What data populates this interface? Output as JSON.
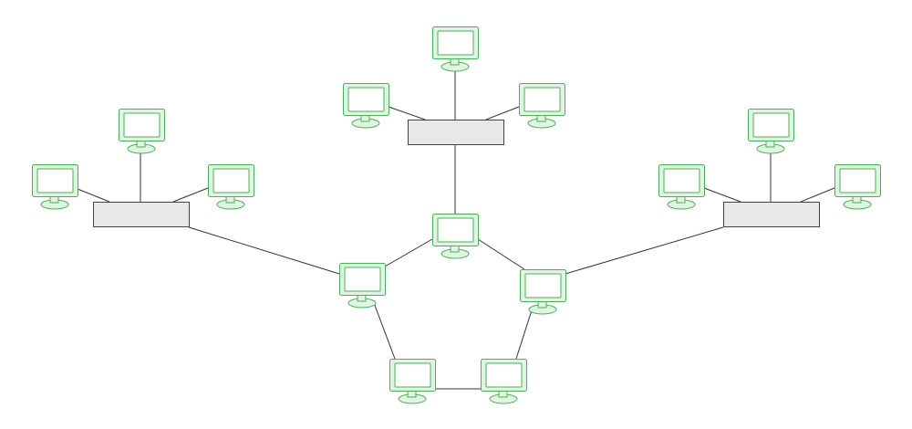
{
  "colors": {
    "monitor_stroke": "#4caf5a",
    "monitor_fill": "#dff5e1",
    "screen_fill": "#ffffff",
    "switch_fill": "#e8e8e8",
    "switch_stroke": "#444444",
    "link": "#333333"
  },
  "nodes": {
    "computers": [
      "top-a",
      "top-b",
      "top-c",
      "left-a",
      "left-b",
      "left-c",
      "right-a",
      "right-b",
      "right-c",
      "ring-1",
      "ring-2",
      "ring-3",
      "ring-4",
      "ring-5"
    ],
    "switches": [
      "switch-top",
      "switch-left",
      "switch-right"
    ]
  },
  "edges": [
    [
      "top-a",
      "switch-top"
    ],
    [
      "top-b",
      "switch-top"
    ],
    [
      "top-c",
      "switch-top"
    ],
    [
      "left-a",
      "switch-left"
    ],
    [
      "left-b",
      "switch-left"
    ],
    [
      "left-c",
      "switch-left"
    ],
    [
      "right-a",
      "switch-right"
    ],
    [
      "right-b",
      "switch-right"
    ],
    [
      "right-c",
      "switch-right"
    ],
    [
      "switch-top",
      "ring-1"
    ],
    [
      "switch-left",
      "ring-2"
    ],
    [
      "switch-right",
      "ring-3"
    ],
    [
      "ring-1",
      "ring-2"
    ],
    [
      "ring-1",
      "ring-3"
    ],
    [
      "ring-2",
      "ring-4"
    ],
    [
      "ring-3",
      "ring-5"
    ],
    [
      "ring-4",
      "ring-5"
    ]
  ]
}
